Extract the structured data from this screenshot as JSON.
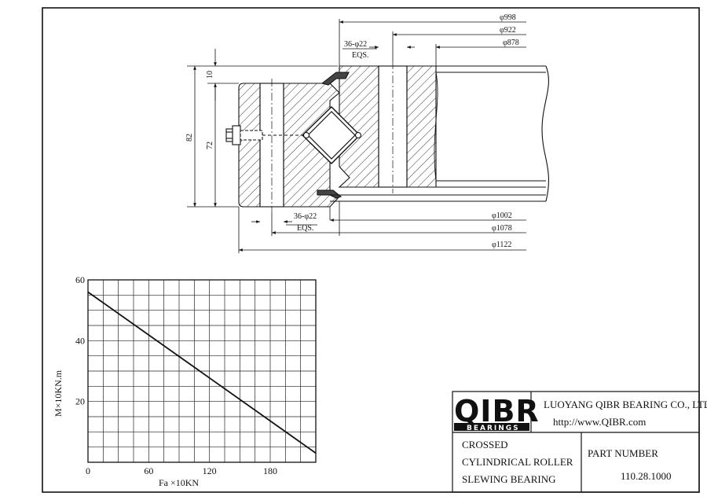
{
  "drawing": {
    "dims_top": {
      "d_outer_inner_ring": "φ998",
      "d_holes_inner": "φ922",
      "d_inner_bore": "φ878",
      "holes_inner": "36-φ22",
      "holes_inner_eqs": "EQS."
    },
    "dims_bottom": {
      "holes_outer": "36-φ22",
      "holes_outer_eqs": "EQS.",
      "d_inner_outer_ring": "φ1002",
      "d_holes_outer": "φ1078",
      "d_outer": "φ1122"
    },
    "dims_height": {
      "total": "82",
      "ring": "72",
      "gap": "10"
    }
  },
  "chart_data": {
    "type": "line",
    "xlabel": "Fa ×10KN",
    "ylabel": "M×10KN.m",
    "x_ticks": [
      "0",
      "60",
      "120",
      "180"
    ],
    "y_ticks": [
      "20",
      "40",
      "60"
    ],
    "xlim": [
      0,
      225
    ],
    "ylim": [
      0,
      60
    ],
    "grid": true,
    "series": [
      {
        "x": [
          0,
          225
        ],
        "y": [
          56,
          3
        ]
      }
    ]
  },
  "title_block": {
    "logo_main": "QIBR",
    "logo_sub": "BEARINGS",
    "company": "LUOYANG QIBR BEARING CO., LTD",
    "website": "http://www.QIBR.com",
    "product_line1": "CROSSED",
    "product_line2": "CYLINDRICAL ROLLER",
    "product_line3": "SLEWING BEARING",
    "part_label": "PART NUMBER",
    "part_number": "110.28.1000"
  }
}
